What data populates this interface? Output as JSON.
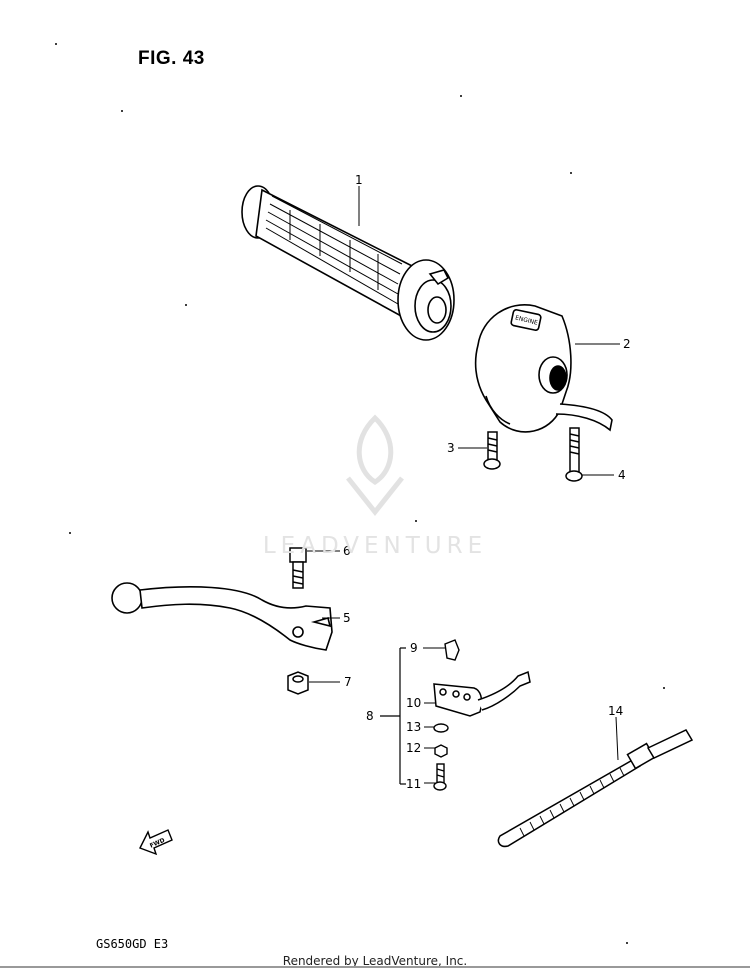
{
  "figure_title": "FIG. 43",
  "model_code": "GS650GD  E3",
  "footer": "Rendered by LeadVenture, Inc.",
  "watermark": "LEADVENTURE",
  "fwd_label": "FWD",
  "switch_marking": "ENGINE",
  "callouts": [
    "1",
    "2",
    "3",
    "4",
    "5",
    "6",
    "7",
    "8",
    "9",
    "10",
    "11",
    "12",
    "13",
    "14"
  ],
  "colors": {
    "line": "#000000",
    "watermark": "#e3e3e3",
    "background": "#ffffff"
  }
}
